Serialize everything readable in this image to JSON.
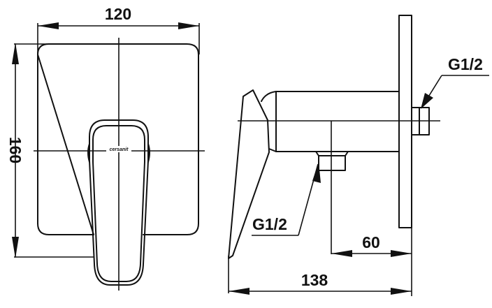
{
  "drawing": {
    "subject": "Concealed shower mixer technical drawing",
    "front_view": {
      "width_dimension": "120",
      "height_dimension": "160",
      "handle_logo": "cersanit"
    },
    "side_view": {
      "outlet_thread_label": "G1/2",
      "inlet_thread_label": "G1/2",
      "depth_to_outlet_dimension": "60",
      "overall_depth_dimension": "138"
    },
    "colors": {
      "line": "#111111",
      "background": "#ffffff"
    }
  }
}
